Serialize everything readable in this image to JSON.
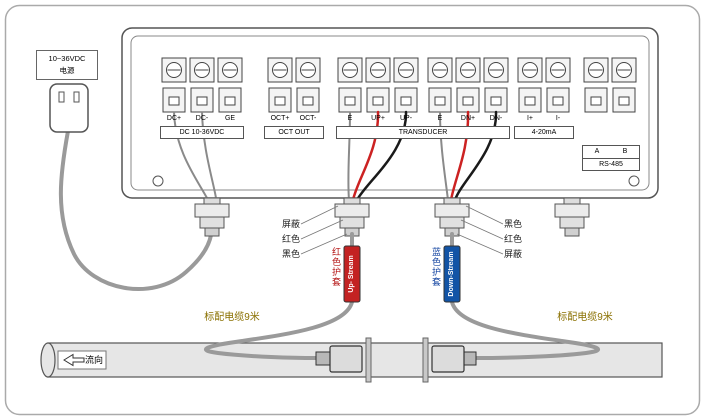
{
  "colors": {
    "sheath_red": "#c32222",
    "sheath_blue": "#1254a6",
    "wire_red": "#cc2222",
    "wire_black": "#1a1a1a",
    "cable_gray": "#9a9a9a",
    "cable_label_olive": "#8a7000"
  },
  "power": {
    "line1": "10~36VDC",
    "line2": "电源"
  },
  "terminals": {
    "dc": {
      "t1": "DC+",
      "t2": "DC-",
      "t3": "GE",
      "box": "DC 10-36VDC"
    },
    "oct": {
      "t1": "OCT+",
      "t2": "OCT-",
      "box": "OCT OUT"
    },
    "up": {
      "t1": "E",
      "t2": "UP+",
      "t3": "UP-"
    },
    "dn": {
      "t1": "E",
      "t2": "DN+",
      "t3": "DN-"
    },
    "transducer_box": "TRANSDUCER",
    "current": {
      "t1": "I+",
      "t2": "I-",
      "box": "4-20mA"
    },
    "rs485": {
      "a": "A",
      "b": "B",
      "label": "RS-485"
    }
  },
  "wire_labels": {
    "left": {
      "l1": "屏蔽",
      "l2": "红色",
      "l3": "黑色"
    },
    "right": {
      "l1": "黑色",
      "l2": "红色",
      "l3": "屏蔽"
    }
  },
  "sheaths": {
    "red": {
      "label": "红色护套",
      "text": "Up- Stream"
    },
    "blue": {
      "label": "蓝色护套",
      "text": "Down-Stream"
    }
  },
  "cables": {
    "left_label": "标配电缆9米",
    "right_label": "标配电缆9米"
  },
  "pipe": {
    "flow_label": "流向"
  }
}
